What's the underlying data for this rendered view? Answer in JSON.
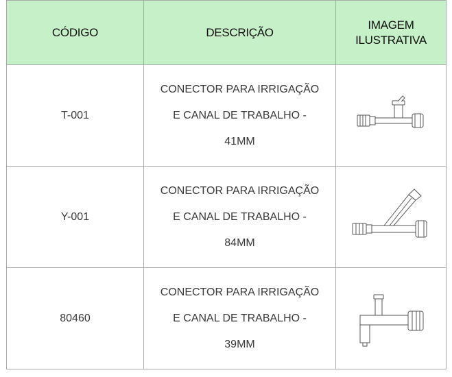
{
  "headers": {
    "code": "CÓDIGO",
    "description": "DESCRIÇÃO",
    "image": "IMAGEM ILUSTRATIVA"
  },
  "rows": [
    {
      "code": "T-001",
      "description": "CONECTOR PARA IRRIGAÇÃO E CANAL DE TRABALHO - 41MM",
      "image_icon": "t-connector-icon"
    },
    {
      "code": "Y-001",
      "description": "CONECTOR PARA IRRIGAÇÃO E CANAL DE TRABALHO - 84MM",
      "image_icon": "y-connector-icon"
    },
    {
      "code": "80460",
      "description": "CONECTOR PARA IRRIGAÇÃO E CANAL DE TRABALHO - 39MM",
      "image_icon": "l-connector-icon"
    }
  ],
  "colors": {
    "header_background": "#c5f0c8",
    "border": "#a8a8a8"
  }
}
